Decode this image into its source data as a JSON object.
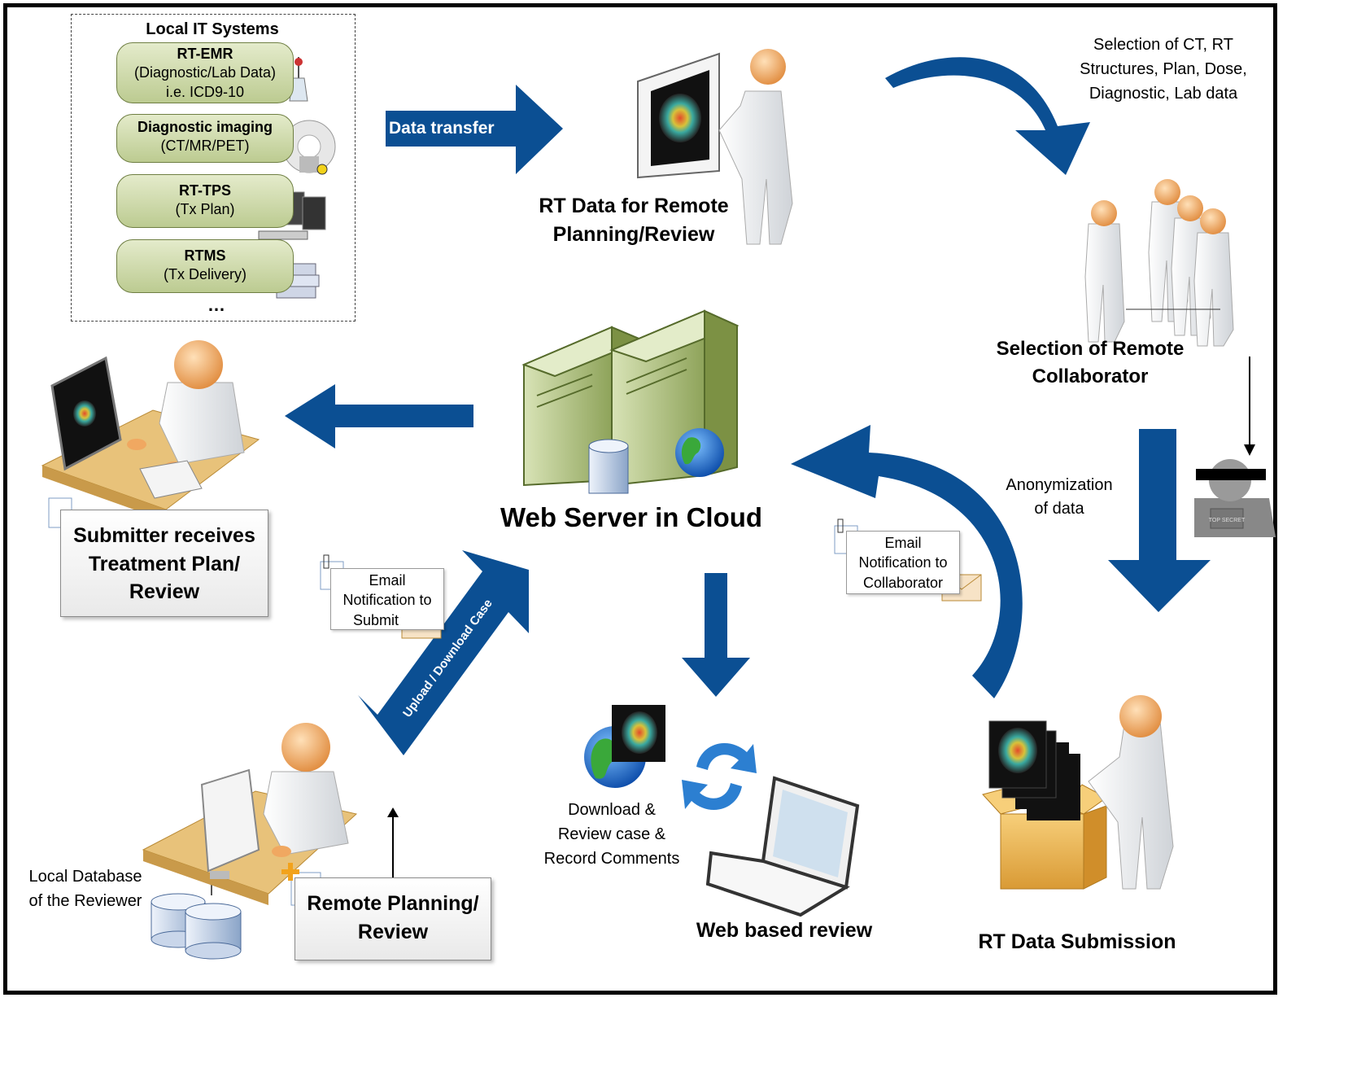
{
  "local_it": {
    "title": "Local IT Systems",
    "systems": [
      {
        "title": "RT-EMR",
        "line1": "(Diagnostic/Lab Data)",
        "line2": "i.e. ICD9-10",
        "icon": "lab-flask-icon"
      },
      {
        "title": "Diagnostic imaging",
        "line1": "(CT/MR/PET)",
        "icon": "scanner-icon"
      },
      {
        "title": "RT-TPS",
        "line1": "(Tx Plan)",
        "icon": "workstation-icon"
      },
      {
        "title": "RTMS",
        "line1": "(Tx Delivery)",
        "icon": "document-stack-icon"
      }
    ],
    "ellipsis": "…"
  },
  "data_transfer": {
    "label": "Data transfer"
  },
  "rt_data_remote": {
    "line1": "RT Data for Remote",
    "line2": "Planning/Review"
  },
  "selection_ct": {
    "line1": "Selection of CT, RT",
    "line2": "Structures, Plan, Dose,",
    "line3": "Diagnostic, Lab data"
  },
  "selection_collaborator": {
    "line1": "Selection of Remote",
    "line2": "Collaborator"
  },
  "anonymization": {
    "line1": "Anonymization",
    "line2": "of data",
    "stamp": "TOP SECRET"
  },
  "web_server": {
    "label": "Web Server in Cloud"
  },
  "submitter_receives": {
    "line1": "Submitter receives",
    "line2": "Treatment Plan/",
    "line3": "Review"
  },
  "email_submitter": {
    "line1": "Email",
    "line2": "Notification to",
    "line3": "Submit"
  },
  "email_collaborator": {
    "line1": "Email",
    "line2": "Notification to",
    "line3": "Collaborator"
  },
  "upload_download": {
    "label": "Upload / Download Case"
  },
  "download_review": {
    "line1": "Download &",
    "line2": "Review case &",
    "line3": "Record Comments"
  },
  "web_based_review": {
    "label": "Web based review"
  },
  "rt_submission": {
    "label": "RT Data Submission"
  },
  "remote_planning": {
    "line1": "Remote Planning/",
    "line2": "Review"
  },
  "local_db": {
    "line1": "Local Database",
    "line2": "of the Reviewer"
  },
  "colors": {
    "arrow_blue": "#0b4f93",
    "system_green": "#c5d3a0",
    "server_green": "#b7c98a",
    "person_head": "#f0a861",
    "desk": "#e8c27a"
  }
}
